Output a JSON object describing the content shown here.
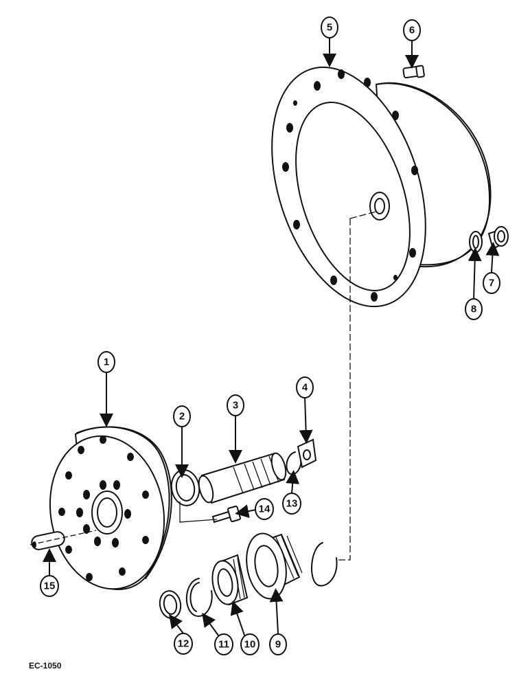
{
  "figure_code": "EC-1050",
  "callouts": [
    "1",
    "2",
    "3",
    "4",
    "5",
    "6",
    "7",
    "8",
    "9",
    "10",
    "11",
    "12",
    "13",
    "14",
    "15"
  ]
}
